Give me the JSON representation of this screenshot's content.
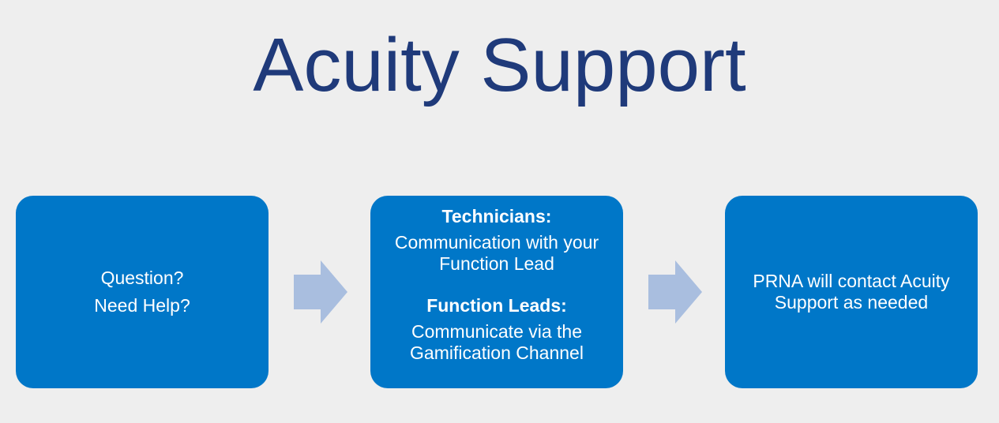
{
  "title": "Acuity Support",
  "boxes": [
    {
      "lines": [
        "Question?",
        "Need Help?"
      ]
    },
    {
      "heading1": "Technicians:",
      "text1": [
        "Communication with your",
        "Function Lead"
      ],
      "heading2": "Function Leads:",
      "text2": [
        "Communicate via the",
        "Gamification Channel"
      ]
    },
    {
      "lines": [
        "PRNA will contact Acuity",
        "Support as needed"
      ]
    }
  ],
  "colors": {
    "box": "#0077c8",
    "arrow": "#a9bedf",
    "title": "#1f3a7a",
    "background": "#eeeeee"
  }
}
